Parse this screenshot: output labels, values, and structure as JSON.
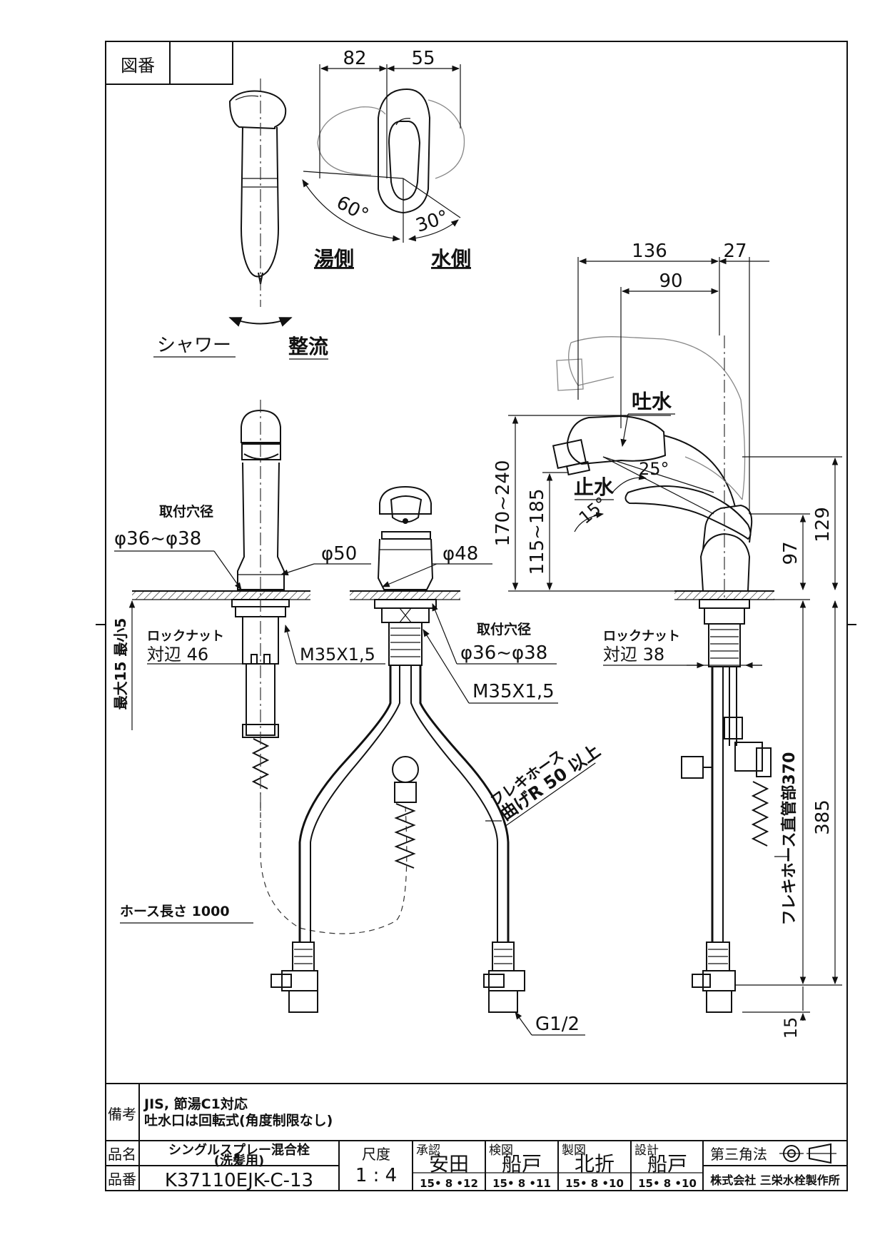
{
  "title_block": {
    "zuban_label": "図番",
    "zuban_value": "",
    "biko_label": "備考",
    "notes": [
      "JIS, 節湯C1対応",
      "吐水口は回転式(角度制限なし)"
    ],
    "hinmei_label": "品名",
    "hinmei_lines": [
      "シングルスプレー混合栓",
      "(洗髪用)"
    ],
    "hinban_label": "品番",
    "hinban_value": "K37110EJK-C-13",
    "scale_label": "尺度",
    "scale_value": "1 : 4",
    "approvals": [
      {
        "role": "承認",
        "name": "安田",
        "date": "15• 8 •12"
      },
      {
        "role": "検図",
        "name": "船戸",
        "date": "15• 8 •11"
      },
      {
        "role": "製図",
        "name": "北折",
        "date": "15• 8 •10"
      },
      {
        "role": "設計",
        "name": "船戸",
        "date": "15• 8 •10"
      }
    ],
    "projection": "第三角法",
    "company": "株式会社 三栄水栓製作所"
  },
  "top_view": {
    "dim_left": "82",
    "dim_right": "55",
    "angle_hot": "60°",
    "angle_cold": "30°",
    "hot_side": "湯側",
    "cold_side": "水側",
    "mode_shower": "シャワー",
    "mode_stream": "整流"
  },
  "left_view": {
    "hole_label": "取付穴径",
    "hole_dia": "φ36~φ38",
    "body_dia": "φ50",
    "locknut_label": "ロックナット",
    "locknut_size": "対辺 46",
    "thread": "M35X1,5",
    "counter_thickness": "最大15  最小5",
    "hose_length": "ホース長さ 1000"
  },
  "front_view": {
    "body_dia": "φ48",
    "hole_label": "取付穴径",
    "hole_dia": "φ36~φ38",
    "thread": "M35X1,5",
    "flex_hose_line1": "フレキホース",
    "flex_hose_line2": "曲げR 50 以上",
    "connection": "G1/2"
  },
  "side_view": {
    "dim_136": "136",
    "dim_27": "27",
    "dim_90": "90",
    "discharge": "吐水",
    "stop": "止水",
    "angle_25": "25°",
    "angle_15": "15°",
    "height_range_1": "170~240",
    "height_range_2": "115~185",
    "dim_97": "97",
    "dim_129": "129",
    "locknut_label": "ロックナット",
    "locknut_size": "対辺 38",
    "flex_straight": "フレキホース直管部370",
    "dim_385": "385",
    "dim_15": "15"
  }
}
